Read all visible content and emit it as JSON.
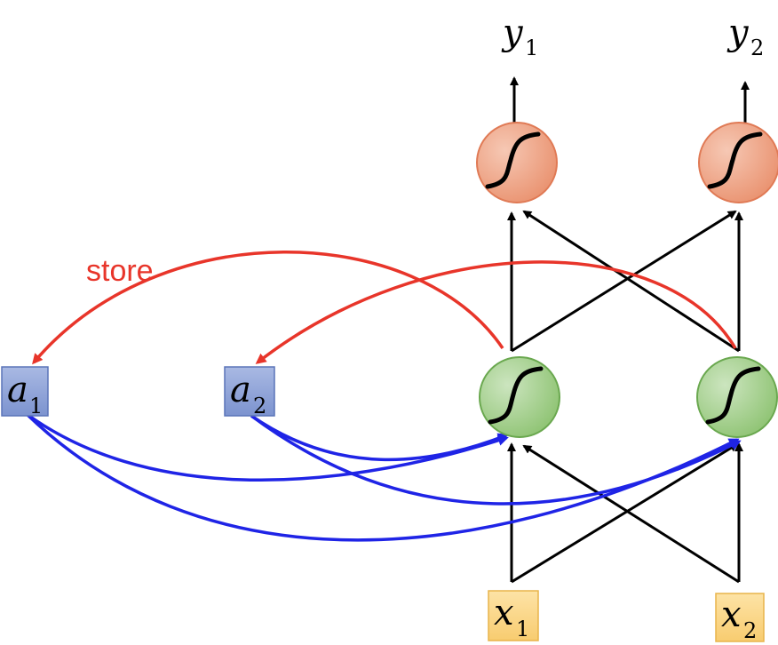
{
  "labels": {
    "y1": {
      "var": "y",
      "sub": "1"
    },
    "y2": {
      "var": "y",
      "sub": "2"
    },
    "a1": {
      "var": "a",
      "sub": "1"
    },
    "a2": {
      "var": "a",
      "sub": "2"
    },
    "x1": {
      "var": "x",
      "sub": "1"
    },
    "x2": {
      "var": "x",
      "sub": "2"
    },
    "store": "store"
  },
  "colors": {
    "output_neuron_fill": "#eea084",
    "output_neuron_stroke": "#e07a55",
    "hidden_neuron_fill": "#a3cf8c",
    "hidden_neuron_stroke": "#6aa84f",
    "memory_fill": "#8fa3d6",
    "memory_stroke": "#5a74b8",
    "input_fill": "#fad58a",
    "input_stroke": "#e8b44a",
    "store_arrow": "#e8352a",
    "memory_feed_arrow": "#1f24e6",
    "network_arrow": "#000000"
  }
}
